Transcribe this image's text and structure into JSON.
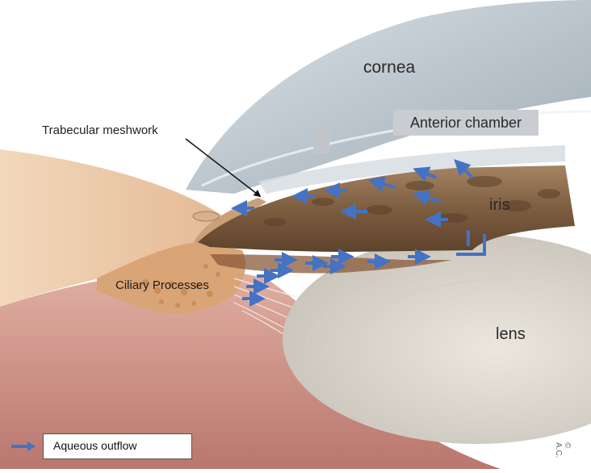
{
  "labels": {
    "cornea": "cornea",
    "anterior_chamber": "Anterior chamber",
    "trabecular_meshwork": "Trabecular meshwork",
    "iris": "iris",
    "ciliary_processes": "Ciliary Processes",
    "lens": "lens"
  },
  "legend": {
    "label": "Aqueous outflow",
    "arrow_color": "#4472c4"
  },
  "copyright": "© A.C.",
  "colors": {
    "cornea": "#b9c2ca",
    "iris": "#8a6a4c",
    "ciliary": "#d9a476",
    "lens": "#dcd8cf",
    "sclera": "#e8c39e",
    "choroid": "#c98a80",
    "flow_arrow": "#4472c4"
  }
}
